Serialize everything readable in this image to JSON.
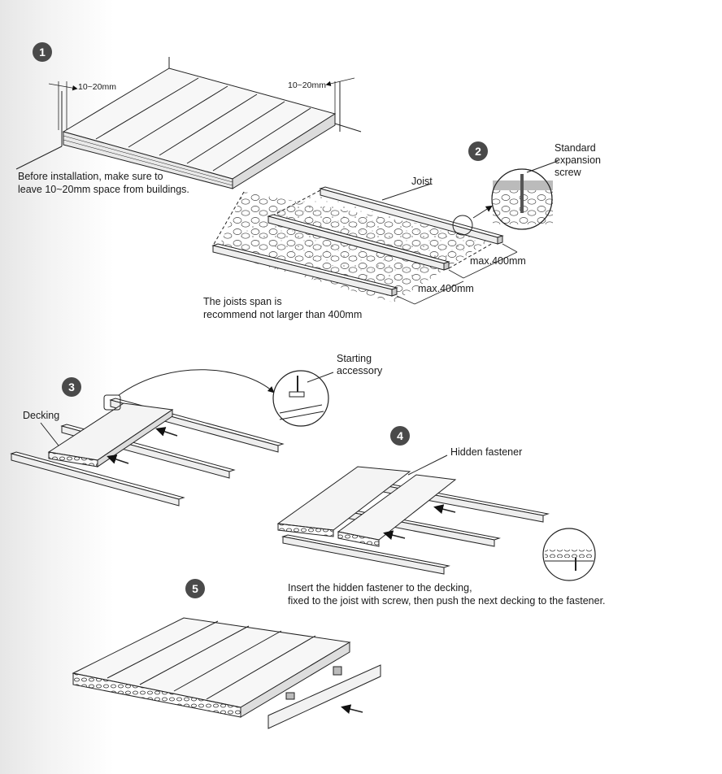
{
  "steps": [
    "1",
    "2",
    "3",
    "4",
    "5"
  ],
  "step1": {
    "gap_left": "10~20mm",
    "gap_right": "10~20mm",
    "note_line1": "Before installation, make sure to",
    "note_line2": "leave 10~20mm space from buildings."
  },
  "step2": {
    "joist_label": "Joist",
    "screw_line1": "Standard",
    "screw_line2": "expansion",
    "screw_line3": "screw",
    "span_a": "max.400mm",
    "span_b": "max.400mm",
    "note_line1": "The joists span is",
    "note_line2": "recommend not larger than 400mm"
  },
  "step3": {
    "decking_label": "Decking",
    "accessory_line1": "Starting",
    "accessory_line2": "accessory"
  },
  "step4": {
    "fastener_label": "Hidden fastener",
    "note_line1": "Insert the hidden fastener to the decking,",
    "note_line2": "fixed to the joist with screw, then push the next decking to the fastener."
  }
}
